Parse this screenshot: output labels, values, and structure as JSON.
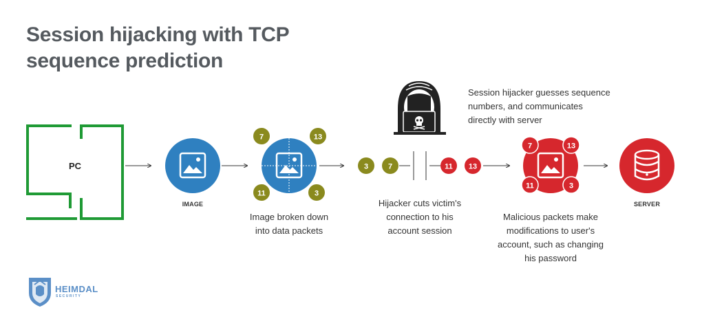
{
  "title": {
    "line1": "Session hijacking with TCP",
    "line2": "sequence prediction"
  },
  "pc": {
    "label": "PC"
  },
  "image_node": {
    "label": "IMAGE"
  },
  "broken_node": {
    "packets": [
      "7",
      "13",
      "11",
      "3"
    ],
    "caption_line1": "Image broken down",
    "caption_line2": "into data packets"
  },
  "victim_packets": [
    "3",
    "7"
  ],
  "hijacker_packets": [
    "11",
    "13"
  ],
  "hijacker": {
    "caption_line1": "Session hijacker guesses sequence",
    "caption_line2": "numbers, and communicates",
    "caption_line3": "directly with server"
  },
  "cut": {
    "caption_line1": "Hijacker cuts victim's",
    "caption_line2": "connection to his",
    "caption_line3": "account session"
  },
  "malicious_node": {
    "packets": [
      "7",
      "13",
      "11",
      "3"
    ],
    "caption_line1": "Malicious packets make",
    "caption_line2": "modifications to user's",
    "caption_line3": "account, such as changing",
    "caption_line4": "his password"
  },
  "server_node": {
    "label": "SERVER"
  },
  "logo": {
    "name": "HEIMDAL",
    "sub": "SECURITY"
  },
  "colors": {
    "blue": "#2f80c0",
    "olive": "#8a8a1e",
    "red": "#d6272d",
    "green": "#1f9a35",
    "dark": "#222222"
  }
}
